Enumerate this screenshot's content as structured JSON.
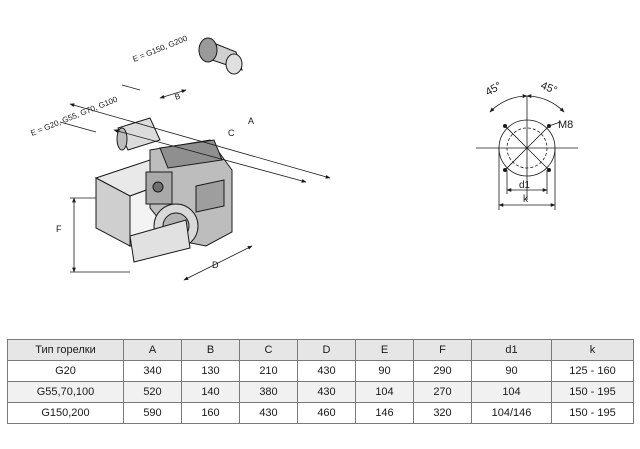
{
  "drawing": {
    "e_label_small": "E = G20, G55, G70, G100",
    "e_label_large": "E = G150, G200",
    "dim_a": "A",
    "dim_b": "B",
    "dim_c": "C",
    "dim_d": "D",
    "dim_f": "F"
  },
  "flange": {
    "angle_left": "45°",
    "angle_right": "45°",
    "bolt": "M8",
    "d1": "d1",
    "k": "k"
  },
  "table": {
    "headers": [
      "Тип горелки",
      "A",
      "B",
      "C",
      "D",
      "E",
      "F",
      "d1",
      "k"
    ],
    "rows": [
      [
        "G20",
        "340",
        "130",
        "210",
        "430",
        "90",
        "290",
        "90",
        "125 - 160"
      ],
      [
        "G55,70,100",
        "520",
        "140",
        "380",
        "430",
        "104",
        "270",
        "104",
        "150 - 195"
      ],
      [
        "G150,200",
        "590",
        "160",
        "430",
        "460",
        "146",
        "320",
        "104/146",
        "150 - 195"
      ]
    ]
  }
}
